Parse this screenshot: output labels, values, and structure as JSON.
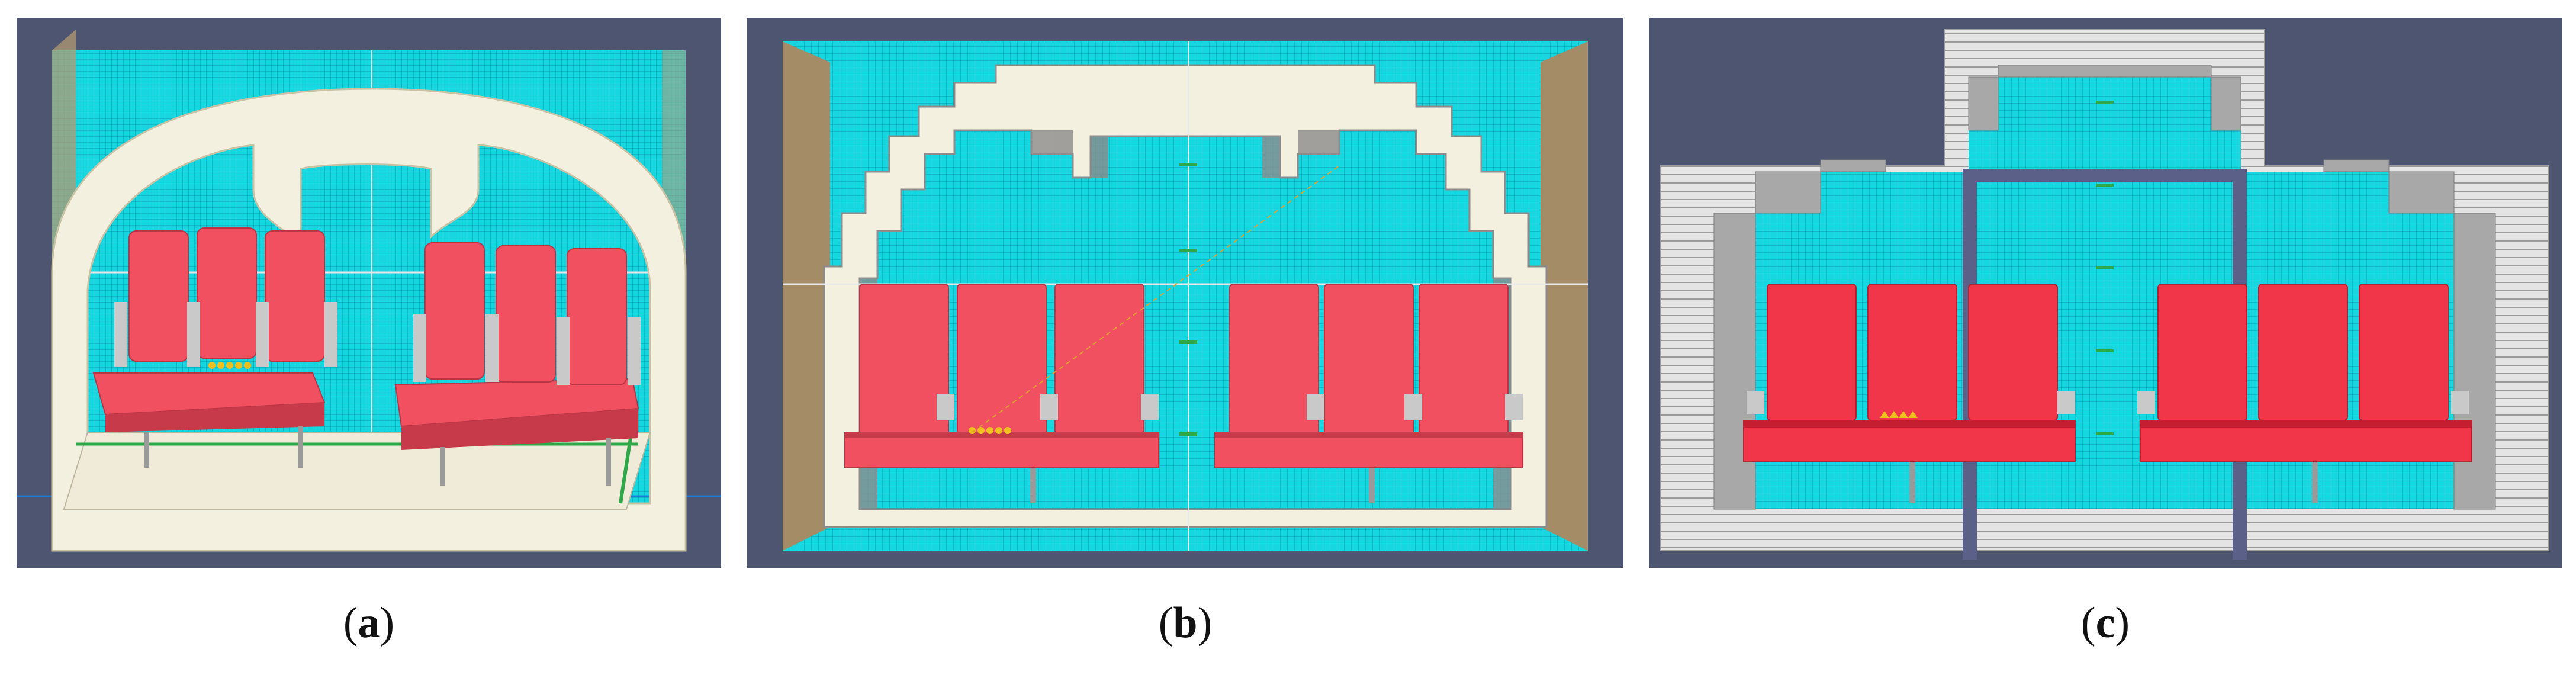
{
  "figure": {
    "panels": [
      {
        "id": "a",
        "caption_letter": "a",
        "view": "perspective"
      },
      {
        "id": "b",
        "caption_letter": "b",
        "view": "front"
      },
      {
        "id": "c",
        "caption_letter": "c",
        "view": "front-mesh"
      }
    ],
    "colors": {
      "background": "#4d5570",
      "fluid_domain": "#16d6e0",
      "mesh_line": "#0f9fb0",
      "fuselage": "#f4f0df",
      "seat": "#f05060",
      "seat_dark": "#c73a4a",
      "armrest": "#c9c9c9",
      "wall_cells": "#a8a8a8",
      "heat_source": "#f0c020",
      "accent_green": "#2fa84a"
    },
    "seat_rows": 2,
    "seats_per_row": 3
  }
}
